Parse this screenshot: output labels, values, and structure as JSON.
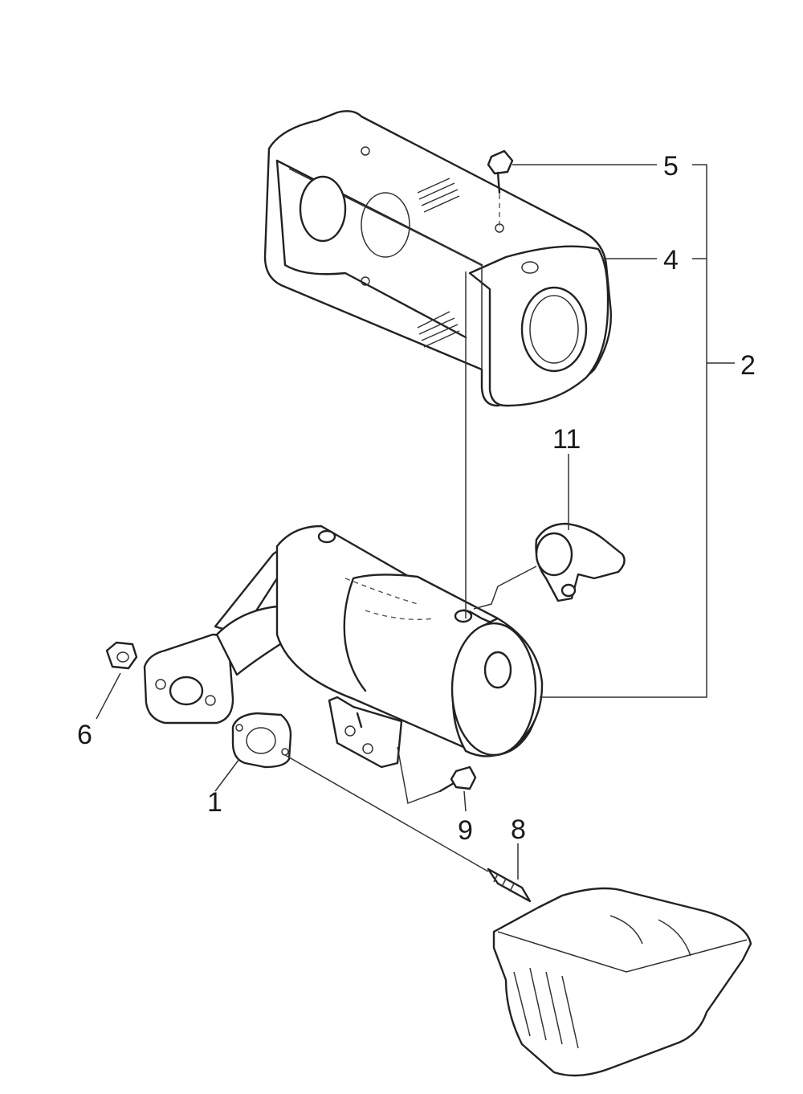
{
  "callouts": {
    "c1": "1",
    "c2": "2",
    "c4": "4",
    "c5": "5",
    "c6": "6",
    "c8": "8",
    "c9": "9",
    "c11": "11"
  }
}
